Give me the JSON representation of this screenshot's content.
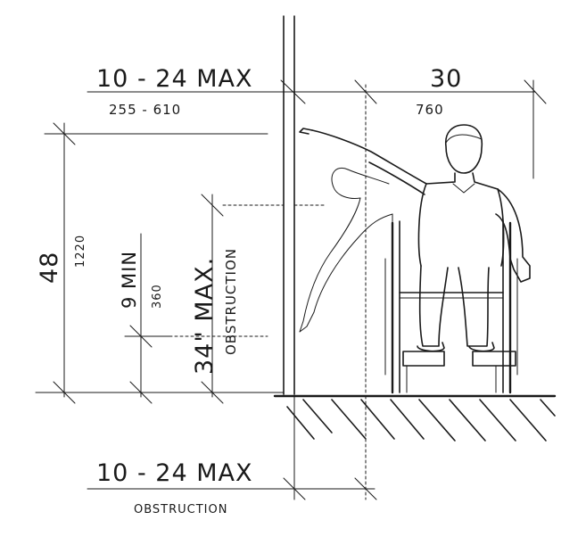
{
  "labels": {
    "top_reach_in": "10 - 24 MAX",
    "top_reach_mm": "255 - 610",
    "width_in": "30",
    "width_mm": "760",
    "height_in": "48",
    "height_mm": "1220",
    "knee_in": "9 MIN",
    "knee_mm": "360",
    "obstruction_height": "34\" MAX.",
    "obstruction_label": "OBSTRUCTION",
    "bottom_depth": "10 - 24 MAX",
    "bottom_label": "OBSTRUCTION"
  }
}
